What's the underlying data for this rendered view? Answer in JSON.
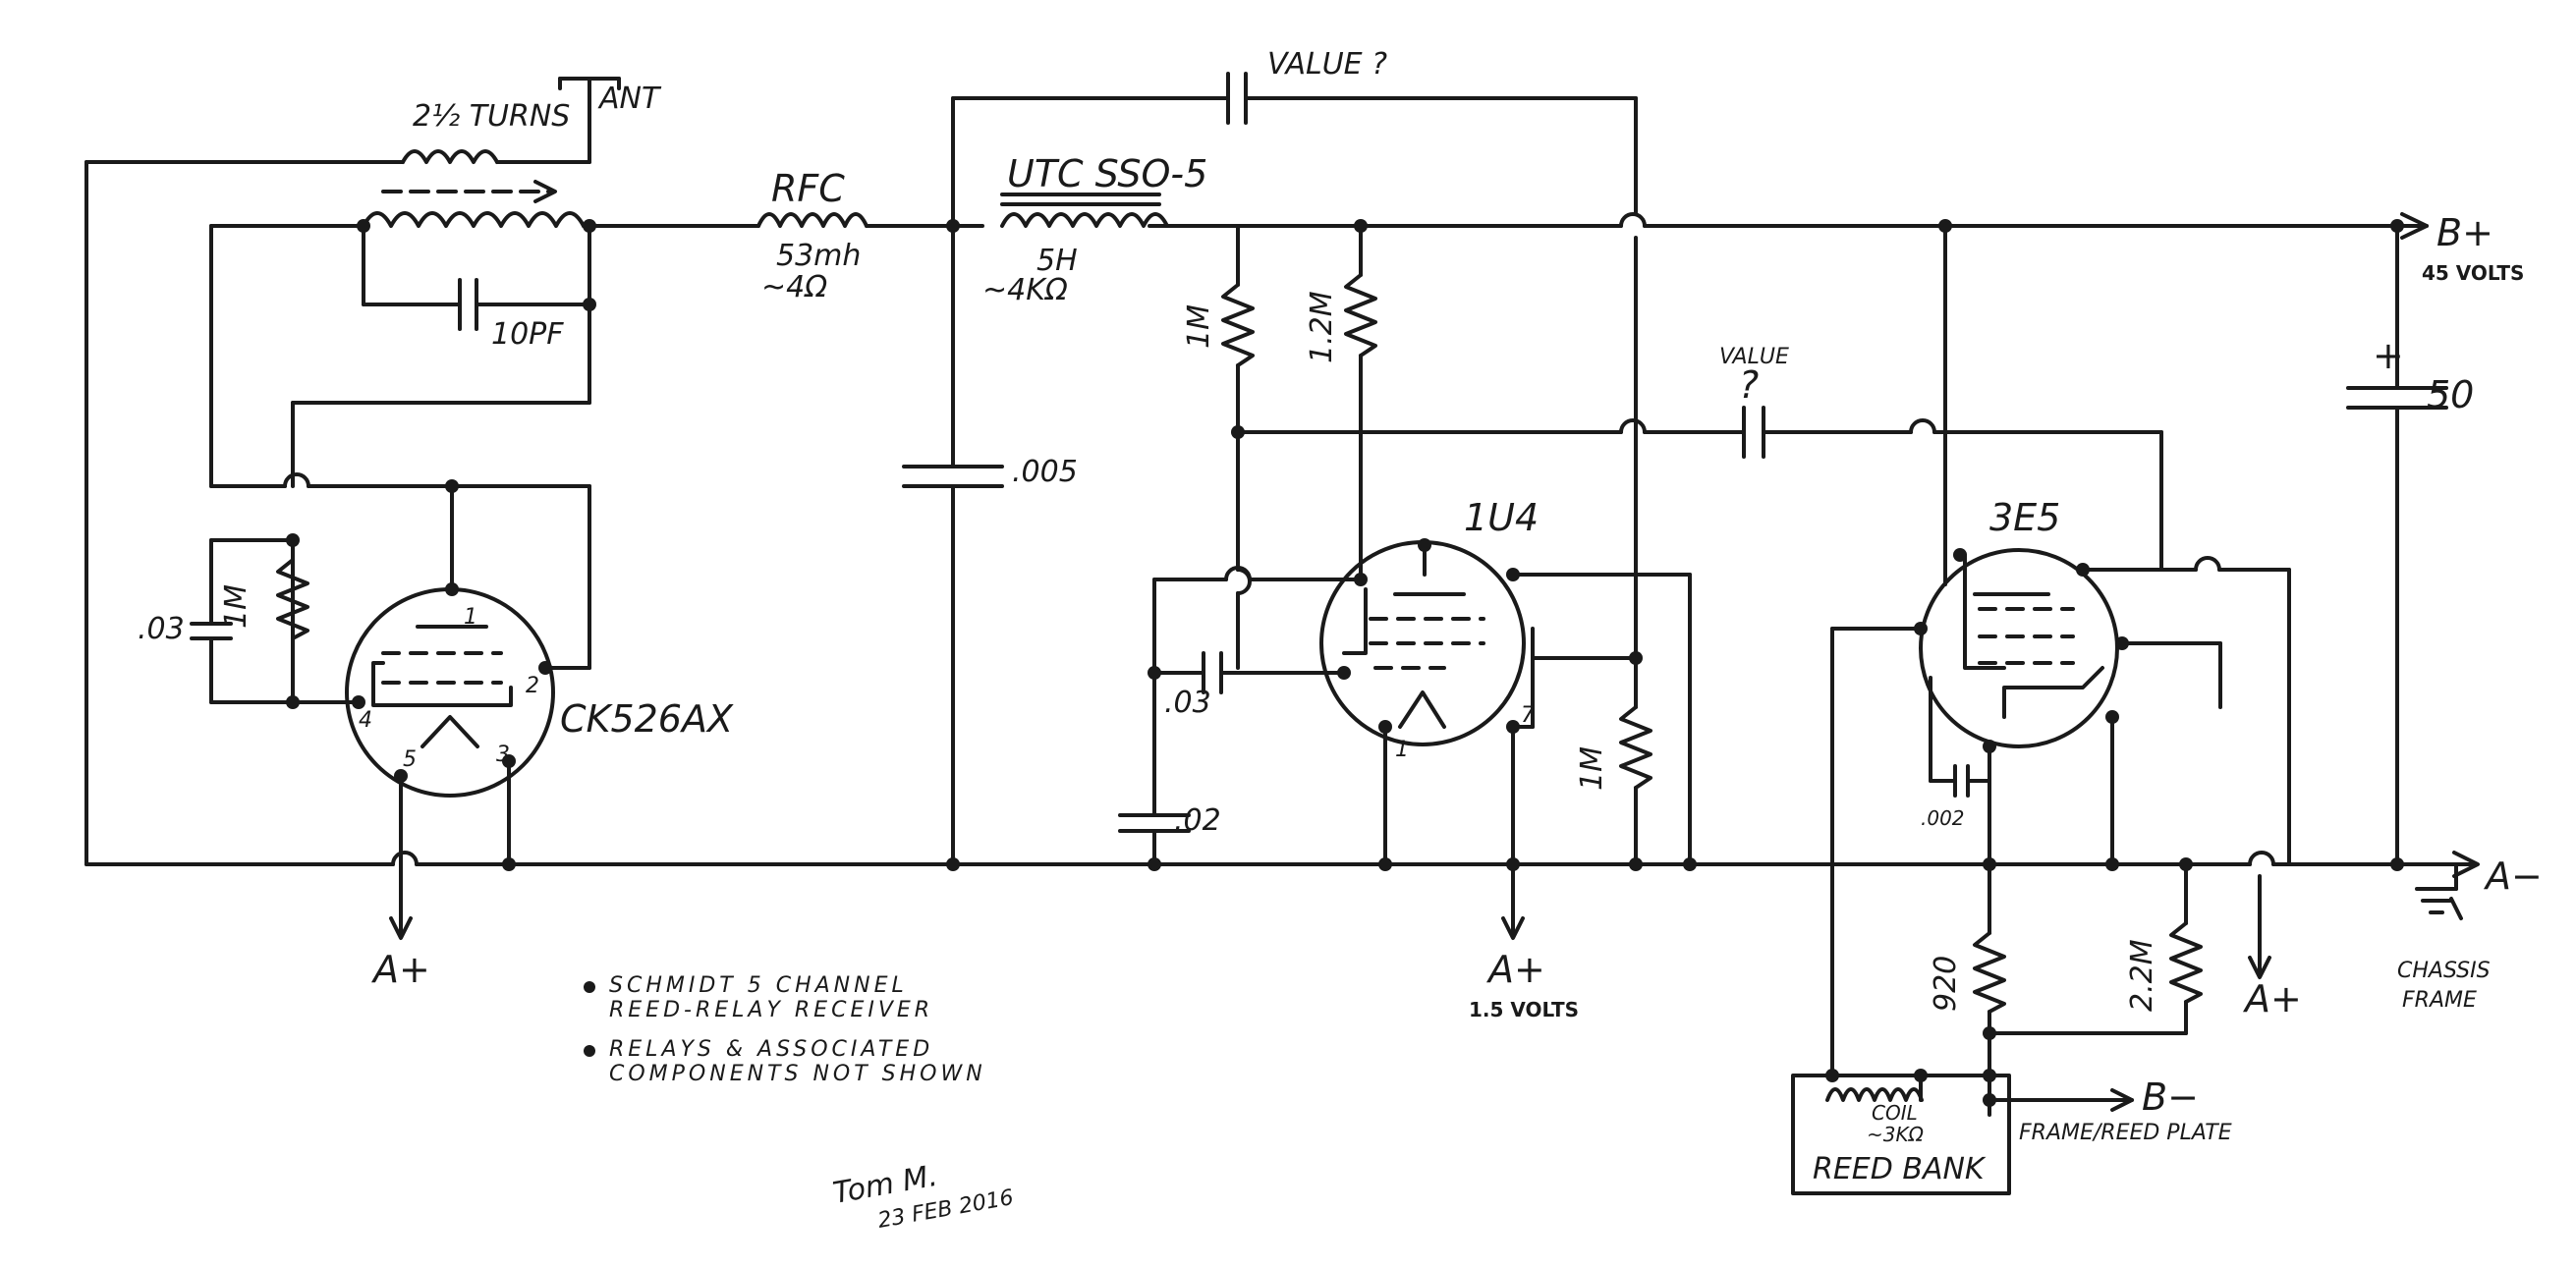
{
  "schematic": {
    "antenna": {
      "turns": "2½ TURNS",
      "ant": "ANT"
    },
    "tank": {
      "cap": "10PF"
    },
    "rfc": {
      "name": "RFC",
      "inductance": "53mh",
      "resistance": "~4Ω"
    },
    "transformer": {
      "name": "UTC SSO-5",
      "inductance": "5H",
      "resistance": "~4KΩ"
    },
    "top_cap": {
      "value": "VALUE ?"
    },
    "bypass_cap": {
      "value": ".005"
    },
    "tube1": {
      "name": "CK526AX",
      "pins": [
        "1",
        "2",
        "3",
        "4",
        "5"
      ]
    },
    "grid_cap": {
      "value": ".03"
    },
    "grid_res": {
      "value": "1M"
    },
    "tube2": {
      "name": "1U4",
      "pins": [
        "1",
        "7"
      ]
    },
    "r_1m": {
      "value": "1M"
    },
    "r_12m": {
      "value": "1.2M"
    },
    "c_03": {
      "value": ".03"
    },
    "c_02": {
      "value": ".02"
    },
    "r_1m_low": {
      "value": "1M"
    },
    "coupling_cap": {
      "label": "VALUE",
      "value": "?"
    },
    "tube3": {
      "name": "3E5"
    },
    "c_002": {
      "value": ".002"
    },
    "r_920": {
      "value": "920"
    },
    "r_22m": {
      "value": "2.2M"
    },
    "filter_cap": {
      "plus": "+",
      "value": "50"
    },
    "bplus": {
      "label": "B+",
      "volts": "45 VOLTS"
    },
    "aminus": {
      "label": "A−"
    },
    "chassis": {
      "line1": "CHASSIS",
      "line2": "FRAME"
    },
    "aplus1": {
      "label": "A+"
    },
    "aplus2": {
      "label": "A+",
      "volts": "1.5 VOLTS"
    },
    "aplus3": {
      "label": "A+"
    },
    "bminus": {
      "label": "B−"
    },
    "reed_bank": {
      "title": "REED BANK",
      "coil": "COIL",
      "coil_res": "~3KΩ",
      "frame": "FRAME/REED PLATE"
    },
    "notes": [
      {
        "line1": "SCHMIDT 5 CHANNEL",
        "line2": "REED-RELAY RECEIVER"
      },
      {
        "line1": "RELAYS & ASSOCIATED",
        "line2": "COMPONENTS NOT SHOWN"
      }
    ],
    "signature": {
      "name": "Tom M.",
      "date": "23 FEB 2016"
    }
  }
}
